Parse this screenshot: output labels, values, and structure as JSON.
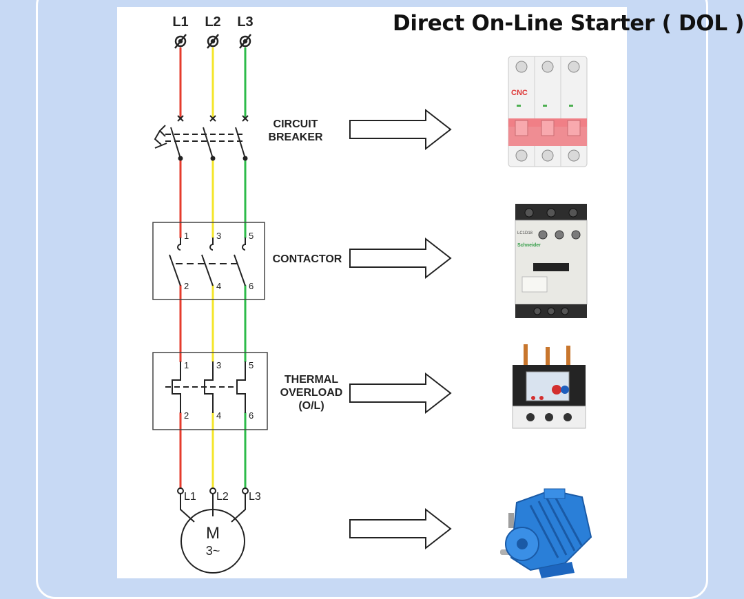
{
  "title": "Direct On-Line Starter ( DOL )",
  "lines": [
    "L1",
    "L2",
    "L3"
  ],
  "motor_terminals": [
    "L1",
    "L2",
    "L3"
  ],
  "motor": {
    "symbol": "M",
    "phase": "3~"
  },
  "components": {
    "circuit_breaker": {
      "label_line1": "CIRCUIT",
      "label_line2": "BREAKER"
    },
    "contactor": {
      "label": "CONTACTOR",
      "top_terminals": [
        "1",
        "3",
        "5"
      ],
      "bottom_terminals": [
        "2",
        "4",
        "6"
      ],
      "photo_texts": [
        "LC1D18",
        "Schneider"
      ]
    },
    "thermal_overload": {
      "label_line1": "THERMAL",
      "label_line2": "OVERLOAD",
      "label_line3": "(O/L)",
      "top_terminals": [
        "1",
        "3",
        "5"
      ],
      "bottom_terminals": [
        "2",
        "4",
        "6"
      ]
    },
    "breaker_photo": {
      "brand": "CNC"
    }
  },
  "colors": {
    "L1": "#e53b2c",
    "L2": "#f4e62a",
    "L3": "#2dbb4a",
    "background": "#c7d9f4",
    "breaker_pink": "#ef8d93",
    "motor_blue": "#2a7fd8"
  }
}
